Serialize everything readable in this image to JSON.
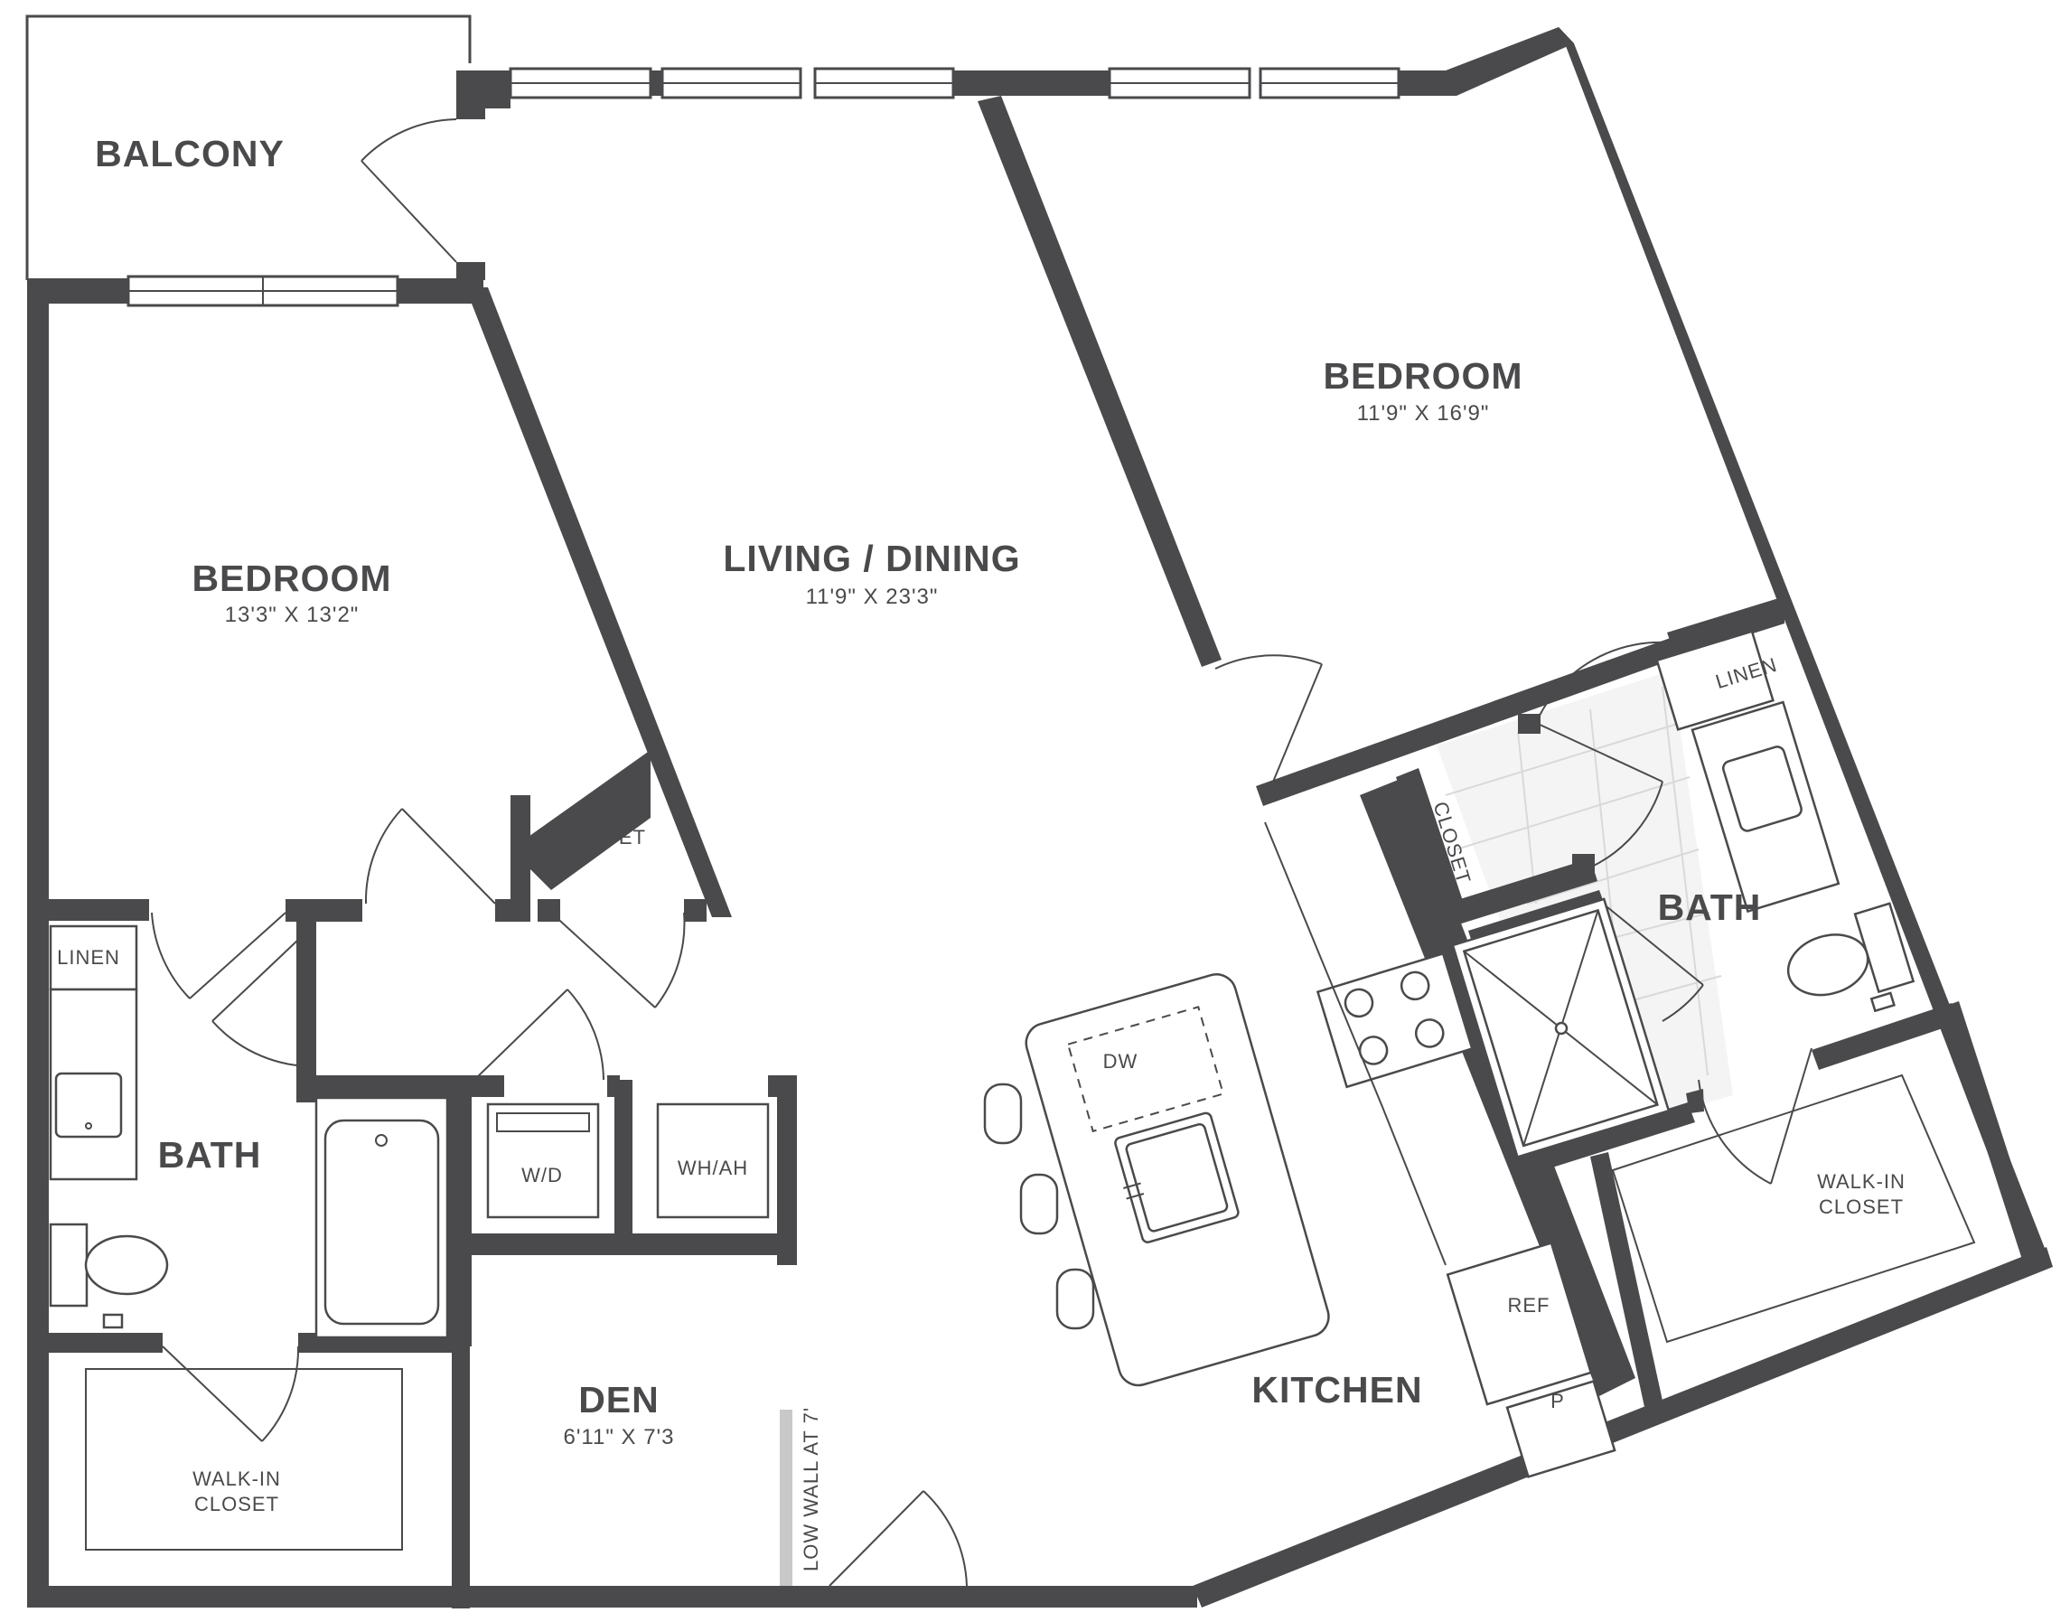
{
  "rooms": {
    "balcony": {
      "name": "BALCONY"
    },
    "bedroom_left": {
      "name": "BEDROOM",
      "size": "13'3\" X 13'2\""
    },
    "living_dining": {
      "name": "LIVING / DINING",
      "size": "11'9\" X 23'3\""
    },
    "bedroom_right": {
      "name": "BEDROOM",
      "size": "11'9\" X 16'9\""
    },
    "bath_left": {
      "name": "BATH"
    },
    "bath_right": {
      "name": "BATH"
    },
    "den": {
      "name": "DEN",
      "size": "6'11\" X 7'3"
    },
    "kitchen": {
      "name": "KITCHEN"
    },
    "walkin_left": {
      "line1": "WALK-IN",
      "line2": "CLOSET"
    },
    "walkin_right": {
      "line1": "WALK-IN",
      "line2": "CLOSET"
    }
  },
  "labels": {
    "closet_top": "CLOSET",
    "closet_right": "CLOSET",
    "linen_left": "LINEN",
    "linen_right": "LINEN",
    "washer_dryer": "W/D",
    "water_heater": "WH/AH",
    "dishwasher": "DW",
    "refrigerator": "REF",
    "pantry": "P",
    "low_wall": "LOW WALL AT 7'"
  },
  "colors": {
    "wall": "#4a4a4c",
    "background": "#ffffff",
    "tile": "#d9d9d9"
  }
}
